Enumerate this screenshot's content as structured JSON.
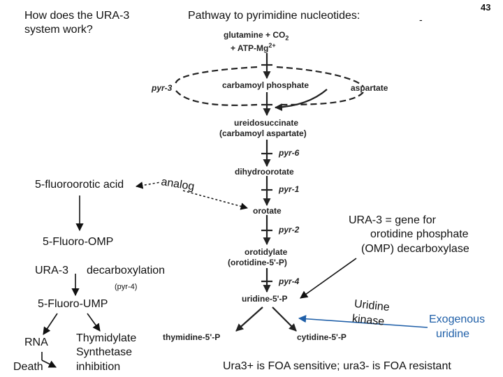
{
  "slide_number": "43",
  "title": "Pathway to pyrimidine nucleotides:",
  "question": {
    "line1": "How does the URA-3",
    "line2": "system work?"
  },
  "dash_mark": "-",
  "pathway": {
    "start_line1": "glutamine + CO",
    "start_line1_sub": "2",
    "start_line2": "+ ATP-Mg",
    "start_line2_sup": "2+",
    "carbamoyl_phosphate": "carbamoyl phosphate",
    "aspartate": "aspartate",
    "ureidosuccinate": "ureidosuccinate",
    "carbamoyl_aspartate": "(carbamoyl aspartate)",
    "dihydroorotate": "dihydroorotate",
    "orotate": "orotate",
    "orotidylate": "orotidylate",
    "orotidine_5p": "(orotidine-5'-P)",
    "uridine_5p": "uridine-5'-P",
    "thymidine_5p": "thymidine-5'-P",
    "cytidine_5p": "cytidine-5'-P"
  },
  "enzymes": {
    "pyr3": "pyr-3",
    "pyr6": "pyr-6",
    "pyr1": "pyr-1",
    "pyr2": "pyr-2",
    "pyr4": "pyr-4"
  },
  "left_flow": {
    "foa": "5-fluoroorotic acid",
    "analog": "analog",
    "fomp": "5-Fluoro-OMP",
    "ura3": "URA-3",
    "decarboxylation": "decarboxylation",
    "pyr4_note": "(pyr-4)",
    "fump": "5-Fluoro-UMP",
    "rna": "RNA",
    "death": "Death",
    "ts_line1": "Thymidylate",
    "ts_line2": "Synthetase",
    "ts_line3": "inhibition"
  },
  "ura3_definition": {
    "line1": "URA-3 = gene for",
    "line2": "orotidine phosphate",
    "line3": "(OMP) decarboxylase"
  },
  "uridine_kinase": {
    "line1": "Uridine",
    "line2": "kinase"
  },
  "exogenous": {
    "line1": "Exogenous",
    "line2": "uridine"
  },
  "footer": "Ura3+ is FOA sensitive;  ura3- is FOA resistant",
  "colors": {
    "text": "#111111",
    "pathway": "#222222",
    "uridine_arrow": "#1f5fa8"
  }
}
